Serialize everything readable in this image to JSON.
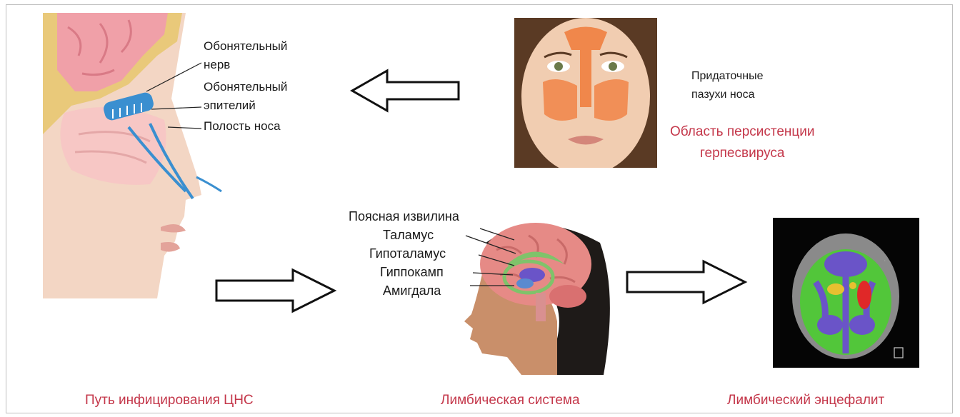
{
  "nose_panel": {
    "labels": [
      "Обонятельный",
      "нерв",
      "Обонятельный",
      "эпителий",
      "Полость носа"
    ],
    "caption": "Путь инфицирования ЦНС"
  },
  "sinus_panel": {
    "labels": [
      "Придаточные",
      "пазухи носа"
    ],
    "caption_line1": "Область персистенции",
    "caption_line2": "герпесвируса"
  },
  "limbic_panel": {
    "labels": [
      "Поясная извилина",
      "Таламус",
      "Гипоталамус",
      "Гиппокамп",
      "Амигдала"
    ],
    "caption": "Лимбическая система"
  },
  "mri_panel": {
    "caption": "Лимбический энцефалит"
  },
  "arrows": [
    "left",
    "right",
    "right"
  ],
  "colors": {
    "caption": "#c4374a",
    "nerve": "#3a8fd0",
    "sinus": "#f07a3a",
    "mri_green": "#52c63a",
    "mri_purple": "#6a54c8"
  }
}
